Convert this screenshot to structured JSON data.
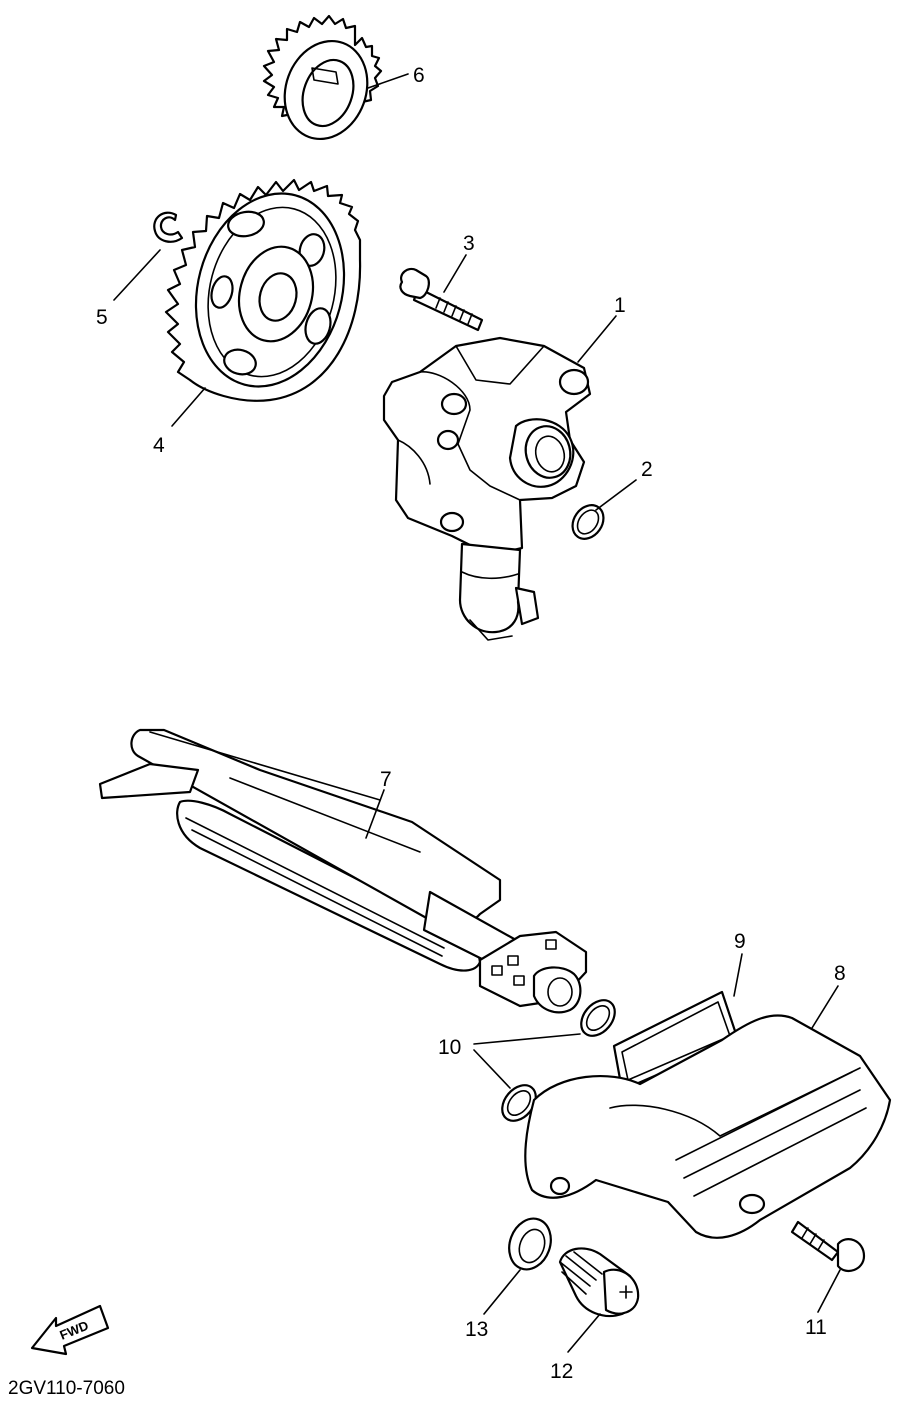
{
  "callouts": [
    {
      "n": "1"
    },
    {
      "n": "2"
    },
    {
      "n": "3"
    },
    {
      "n": "4"
    },
    {
      "n": "5"
    },
    {
      "n": "6"
    },
    {
      "n": "7"
    },
    {
      "n": "8"
    },
    {
      "n": "9"
    },
    {
      "n": "10"
    },
    {
      "n": "11"
    },
    {
      "n": "12"
    },
    {
      "n": "13"
    }
  ],
  "fwd_label": "FWD",
  "diagram_code": "2GV110-7060"
}
